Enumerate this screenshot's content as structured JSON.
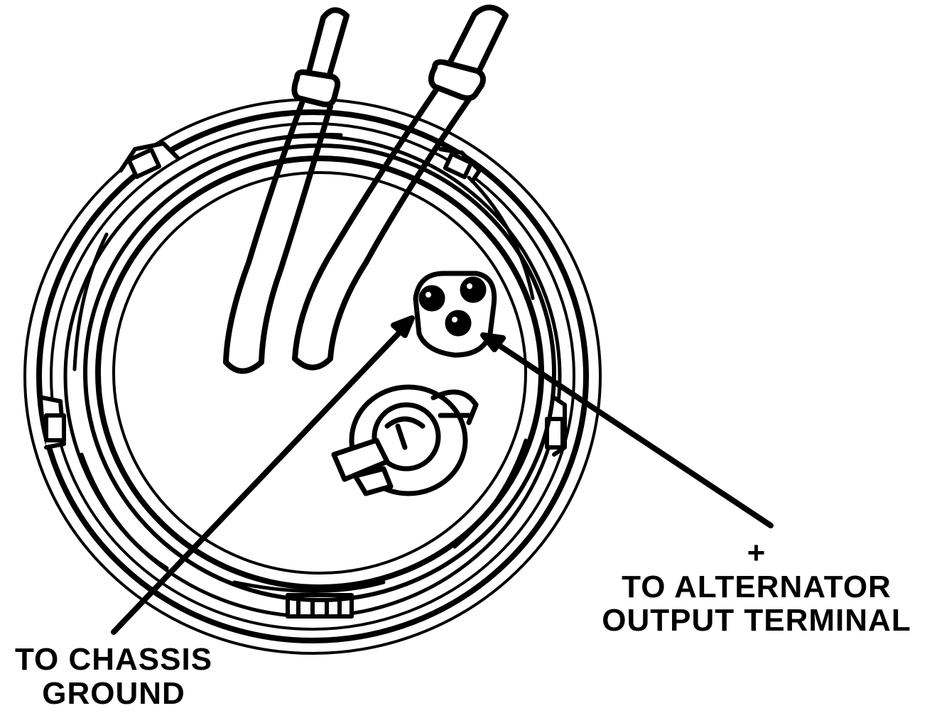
{
  "labels": {
    "positive_symbol": "+",
    "alternator_line1": "TO ALTERNATOR",
    "alternator_line2": "OUTPUT TERMINAL",
    "ground_line1": "TO CHASSIS",
    "ground_line2": "GROUND"
  },
  "colors": {
    "ink": "#000000",
    "paper": "#ffffff"
  }
}
